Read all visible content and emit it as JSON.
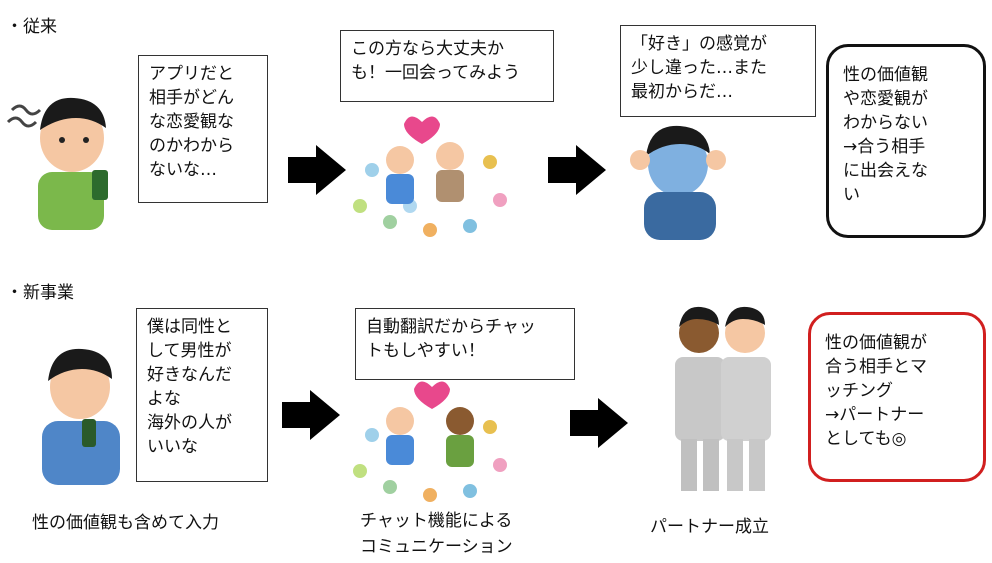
{
  "sections": [
    {
      "label": "・従来",
      "bubbles": [
        "アプリだと\n相手がどん\nな恋愛観な\nのかわから\nないな…",
        "この方なら大丈夫か\nも！一回会ってみよう",
        "「好き」の感覚が\n少し違った…また\n最初からだ…"
      ],
      "summary": "性の価値観\nや恋愛観が\nわからない\n→合う相手\nに出会えな\nい",
      "summary_color": "#111111"
    },
    {
      "label": "・新事業",
      "bubbles": [
        "僕は同性と\nして男性が\n好きなんだ\nよな\n海外の人が\nいいな",
        "自動翻訳だからチャッ\nトもしやすい！"
      ],
      "summary": "性の価値観が\n合う相手とマ\nッチング\n→パートナー\nとしても◎",
      "summary_color": "#d11f1f",
      "captions": [
        "性の価値観も含めて入力",
        "チャット機能による\nコミュニケーション",
        "パートナー成立"
      ]
    }
  ]
}
